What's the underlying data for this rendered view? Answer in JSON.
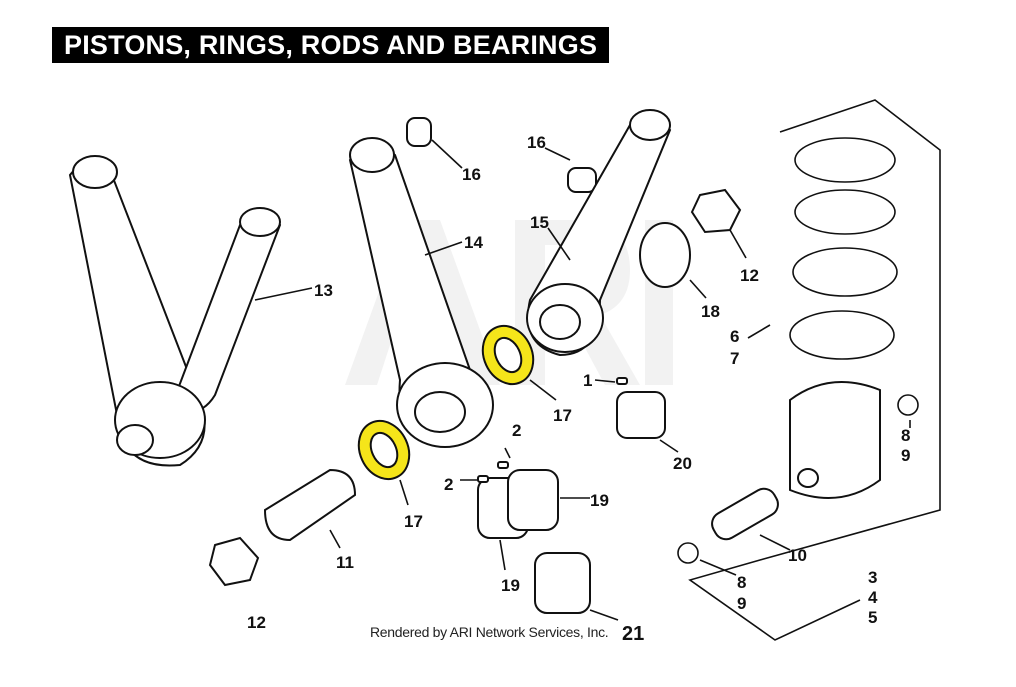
{
  "title": "PISTONS, RINGS, RODS AND BEARINGS",
  "watermark": "ARI",
  "credit": "Rendered by ARI Network Services, Inc.",
  "highlight_color": "#f5e51a",
  "callouts": [
    "13",
    "16",
    "14",
    "16",
    "15",
    "12",
    "18",
    "6",
    "7",
    "1",
    "17",
    "20",
    "2",
    "2",
    "19",
    "8",
    "9",
    "17",
    "11",
    "10",
    "19",
    "8",
    "9",
    "3",
    "4",
    "5",
    "12",
    "21"
  ]
}
